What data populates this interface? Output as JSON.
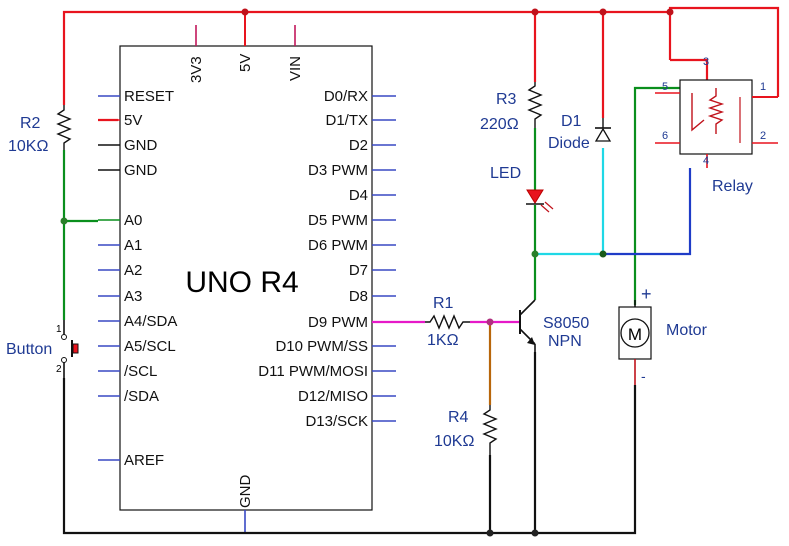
{
  "board": {
    "title": "UNO R4",
    "top_pins": [
      "3V3",
      "5V",
      "VIN"
    ],
    "bottom_pin": "GND",
    "left_pins": [
      "RESET",
      "5V",
      "GND",
      "GND",
      "A0",
      "A1",
      "A2",
      "A3",
      "A4/SDA",
      "A5/SCL",
      "/SCL",
      "/SDA",
      "AREF"
    ],
    "right_pins": [
      "D0/RX",
      "D1/TX",
      "D2",
      "D3 PWM",
      "D4",
      "D5 PWM",
      "D6 PWM",
      "D7",
      "D8",
      "D9 PWM",
      "D10 PWM/SS",
      "D11 PWM/MOSI",
      "D12/MISO",
      "D13/SCK"
    ]
  },
  "components": {
    "r2": {
      "name": "R2",
      "value": "10KΩ"
    },
    "r3": {
      "name": "R3",
      "value": "220Ω"
    },
    "r1": {
      "name": "R1",
      "value": "1KΩ"
    },
    "r4": {
      "name": "R4",
      "value": "10KΩ"
    },
    "d1": {
      "name": "D1",
      "value": "Diode"
    },
    "led": {
      "name": "LED"
    },
    "transistor": {
      "name": "S8050",
      "type": "NPN"
    },
    "relay": {
      "name": "Relay",
      "pins": [
        "1",
        "2",
        "3",
        "4",
        "5",
        "6"
      ]
    },
    "motor": {
      "name": "Motor",
      "symbol": "M",
      "plus": "+",
      "minus": "-"
    },
    "button": {
      "name": "Button",
      "pin1": "1",
      "pin2": "2"
    }
  },
  "colors": {
    "vcc_wire": "#e8141e",
    "gnd_wire": "#111111",
    "signal_green": "#0a8f1d",
    "pwm_magenta": "#e619c8",
    "bias_brown": "#b8660b",
    "diode_cyan": "#1fd8e6",
    "relay_blue": "#1f3cc7",
    "pin_blue": "#3949c4",
    "board_outline": "#111111",
    "label_blue": "#1f3a93"
  }
}
